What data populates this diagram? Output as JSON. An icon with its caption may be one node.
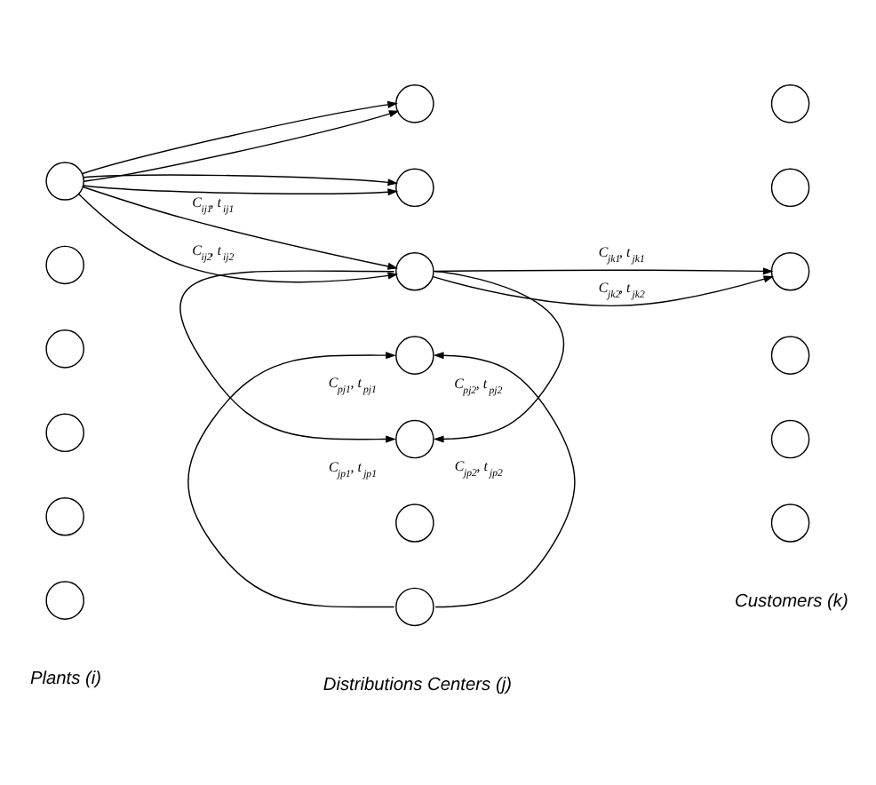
{
  "diagram": {
    "nodes": [
      {
        "text": [],
        "shape": "circle"
      },
      {
        "text": [],
        "shape": "circle"
      },
      {
        "text": [],
        "shape": "circle"
      },
      {
        "text": [],
        "shape": "circle"
      },
      {
        "text": [],
        "shape": "circle"
      },
      {
        "text": [],
        "shape": "circle"
      },
      {
        "text": [],
        "shape": "circle"
      },
      {
        "text": [],
        "shape": "circle"
      },
      {
        "text": [],
        "shape": "circle"
      },
      {
        "text": [],
        "shape": "circle"
      },
      {
        "text": [],
        "shape": "circle"
      },
      {
        "text": [],
        "shape": "circle"
      },
      {
        "text": [],
        "shape": "circle"
      },
      {
        "text": [],
        "shape": "circle"
      },
      {
        "text": [],
        "shape": "circle"
      },
      {
        "text": [],
        "shape": "circle"
      },
      {
        "text": [],
        "shape": "circle"
      },
      {
        "text": [],
        "shape": "circle"
      },
      {
        "text": [],
        "shape": "circle"
      }
    ],
    "edges": [
      {
        "from": 0,
        "to": 6,
        "arrow": "to"
      },
      {
        "from": 0,
        "to": 6,
        "arrow": "to"
      },
      {
        "from": 0,
        "to": 7,
        "arrow": "to"
      },
      {
        "from": 0,
        "to": 7,
        "arrow": "to"
      },
      {
        "from": 0,
        "to": 8,
        "arrow": "to",
        "label": "C$_{ij1}$, t$_{ij1}$"
      },
      {
        "from": 0,
        "to": 8,
        "arrow": "to",
        "label": "C$_{ij2}$, t$_{ij2}$"
      },
      {
        "from": 8,
        "to": 15,
        "arrow": "to",
        "label": "C$_{jk1}$, t$_{jk1}$"
      },
      {
        "from": 8,
        "to": 15,
        "arrow": "to",
        "label": "C$_{jk2}$, t$_{jk2}$"
      },
      {
        "from": 8,
        "to": 10,
        "arrow": "to",
        "label": "C$_{jp1}$, t$_{jp1}$"
      },
      {
        "from": 8,
        "to": 10,
        "arrow": "to",
        "label": "C$_{jp2}$, t$_{jp2}$"
      },
      {
        "from": 12,
        "to": 9,
        "arrow": "to",
        "label": "C$_{pj1}$, t$_{pj1}$"
      },
      {
        "from": 12,
        "to": 9,
        "arrow": "to",
        "label": "C$_{pj2}$, t$_{pj2}$"
      }
    ],
    "labels": [
      "Plants (i)",
      "Distributions Centers (j)",
      "Customers (k)"
    ]
  }
}
